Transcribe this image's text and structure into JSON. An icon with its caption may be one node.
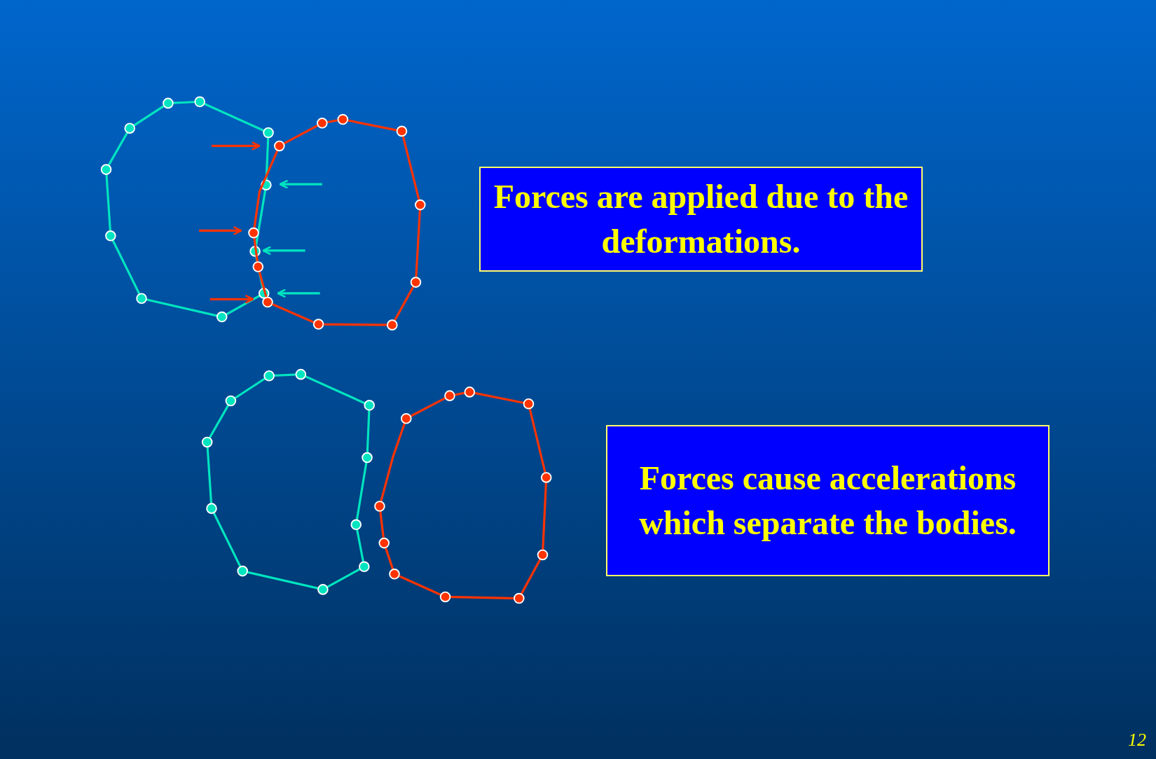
{
  "diagram": {
    "nodes": [
      {
        "text": [
          "Forces are applied due to the deformations."
        ]
      },
      {
        "text": [
          "Forces cause accelerations which separate the bodies."
        ]
      }
    ],
    "edges": [],
    "labels": [
      "12"
    ]
  }
}
